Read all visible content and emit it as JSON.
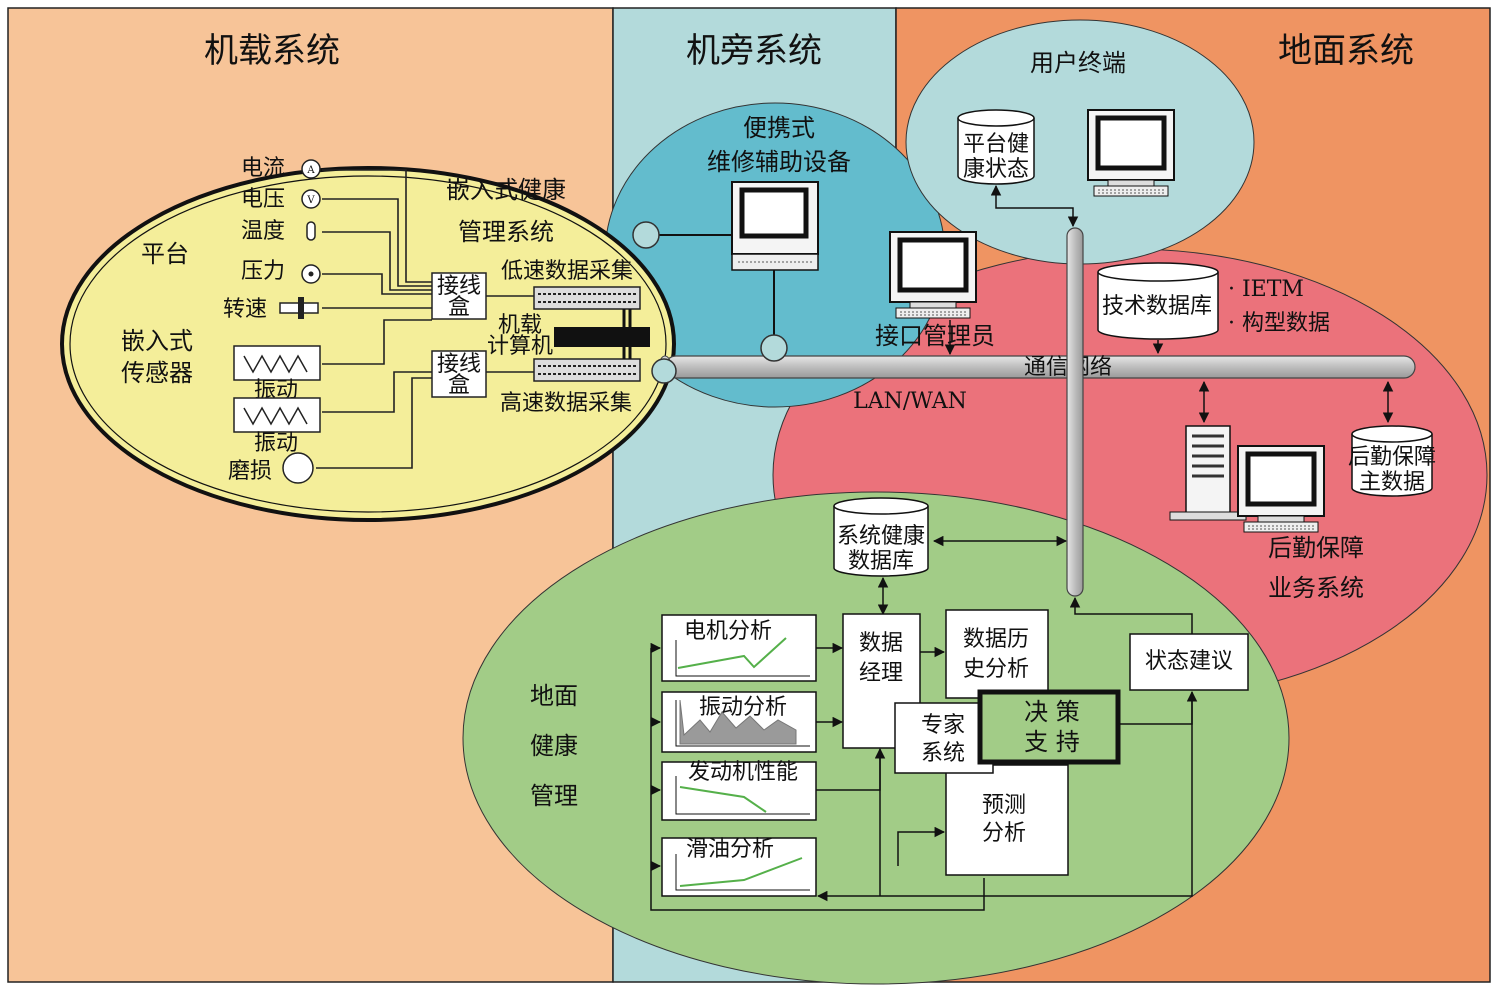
{
  "colors": {
    "onboard_zone": "#f7c498",
    "flightline_zone": "#b3dadb",
    "ground_zone": "#ef9462",
    "onboard_ellipse": "#f4ee9a",
    "portable_ellipse": "#63bccd",
    "user_terminal_ellipse": "#b3dadb",
    "ground_red_ellipse": "#eb727b",
    "ground_green_ellipse": "#a2cc87",
    "network_bar": "#c8c8c8"
  },
  "zones": {
    "onboard": "机载系统",
    "flightline": "机旁系统",
    "ground": "地面系统"
  },
  "onboard": {
    "platform": "平台",
    "embedded_sensor_l1": "嵌入式",
    "embedded_sensor_l2": "传感器",
    "ehms_l1": "嵌入式健康",
    "ehms_l2": "管理系统",
    "sensors": {
      "current": "电流",
      "voltage": "电压",
      "temperature": "温度",
      "pressure": "压力",
      "speed": "转速",
      "vibration1": "振动",
      "vibration2": "振动",
      "wear": "磨损"
    },
    "junction_box1_l1": "接线",
    "junction_box1_l2": "盒",
    "junction_box2_l1": "接线",
    "junction_box2_l2": "盒",
    "low_speed_acq": "低速数据采集",
    "high_speed_acq": "高速数据采集",
    "computer_l1": "机载",
    "computer_l2": "计算机"
  },
  "portable": {
    "title_l1": "便携式",
    "title_l2": "维修辅助设备"
  },
  "user_terminal": {
    "title": "用户终端",
    "platform_health_l1": "平台健",
    "platform_health_l2": "康状态"
  },
  "ground_red": {
    "interface_manager": "接口管理员",
    "tech_db": "技术数据库",
    "ietm": "· IETM",
    "config_data": "· 构型数据",
    "network": "通信网络",
    "lan_wan": "LAN/WAN",
    "logistics_db_l1": "后勤保障",
    "logistics_db_l2": "主数据",
    "logistics_sys_l1": "后勤保障",
    "logistics_sys_l2": "业务系统"
  },
  "ground_green": {
    "title_l1": "地面",
    "title_l2": "健康",
    "title_l3": "管理",
    "sys_health_db_l1": "系统健康",
    "sys_health_db_l2": "数据库",
    "motor_analysis": "电机分析",
    "vibration_analysis": "振动分析",
    "engine_performance": "发动机性能",
    "oil_analysis": "滑油分析",
    "data_manager_l1": "数据",
    "data_manager_l2": "经理",
    "history_l1": "数据历",
    "history_l2": "史分析",
    "expert_l1": "专家",
    "expert_l2": "系统",
    "decision_l1": "决 策",
    "decision_l2": "支 持",
    "prediction_l1": "预测",
    "prediction_l2": "分析",
    "status_advice": "状态建议"
  }
}
